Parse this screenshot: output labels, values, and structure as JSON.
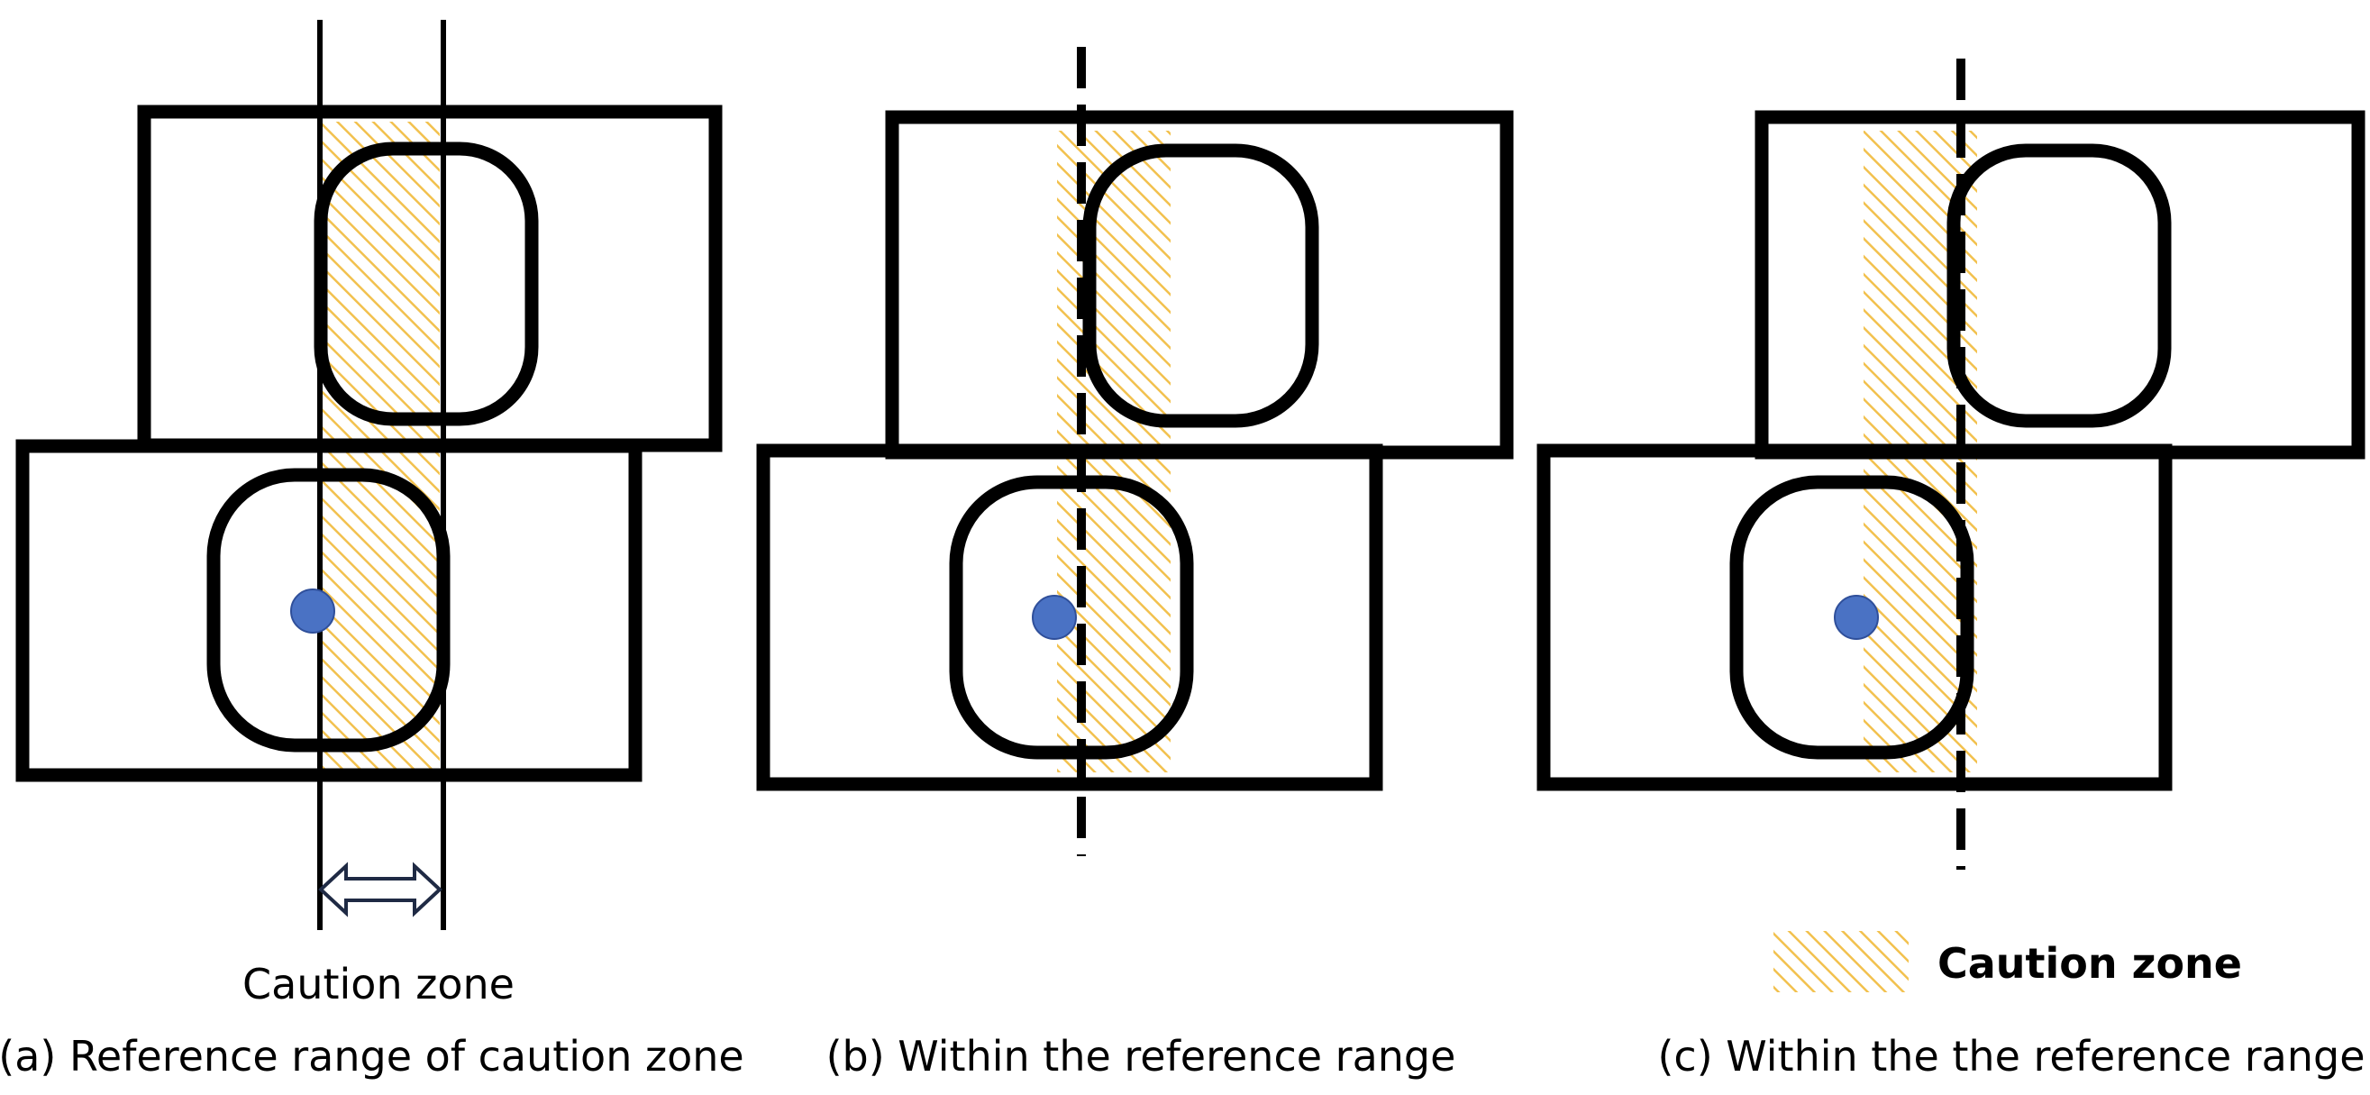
{
  "zone_label": "Caution zone",
  "panels": [
    {
      "id": "a",
      "caption": "(a) Reference range of caution zone"
    },
    {
      "id": "b",
      "caption": "(b) Within the reference range"
    },
    {
      "id": "c",
      "caption": "(c) Within the the reference range"
    }
  ],
  "legend": {
    "label": "Caution zone"
  },
  "colors": {
    "outline": "#000000",
    "hatch": "#f2c14e",
    "marker": "#4a72c4",
    "marker_edge": "#2f4f9a",
    "arrow_outline": "#1f2a44"
  }
}
